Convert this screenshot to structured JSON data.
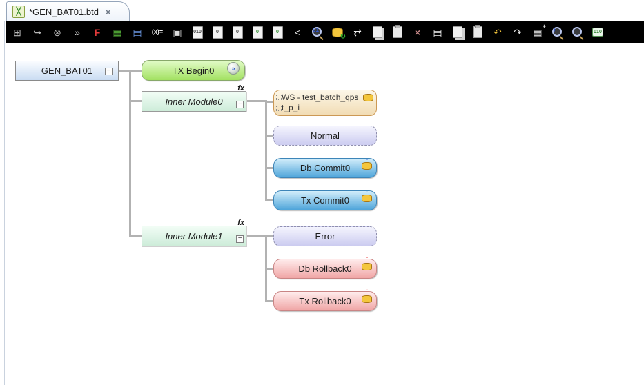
{
  "tab": {
    "title": "*GEN_BAT01.btd",
    "icon_glyph": "╳",
    "close_glyph": "×"
  },
  "toolbar": {
    "items": [
      {
        "name": "flow-insert-icon",
        "glyph": "⊞"
      },
      {
        "name": "flow-export-icon",
        "glyph": "↪"
      },
      {
        "name": "disconnect-icon",
        "glyph": "⊗"
      },
      {
        "name": "step-over-icon",
        "glyph": "»"
      },
      {
        "name": "breakpoint-f-icon",
        "glyph": "F"
      },
      {
        "name": "batch-diagram-icon",
        "glyph": "▦"
      },
      {
        "name": "outline-icon",
        "glyph": "▤"
      },
      {
        "name": "variables-icon",
        "glyph": "(x)="
      },
      {
        "name": "console-icon",
        "glyph": "▣"
      },
      {
        "name": "binary-doc-icon",
        "glyph": "010"
      },
      {
        "name": "doc-generate-icon",
        "glyph": "0"
      },
      {
        "name": "doc-build-icon",
        "glyph": "0"
      },
      {
        "name": "source-generate-icon",
        "glyph": "0"
      },
      {
        "name": "source-build-icon",
        "glyph": "0"
      },
      {
        "name": "collapse-icon",
        "glyph": "<"
      },
      {
        "name": "search-trace-icon",
        "overlay": "01"
      },
      {
        "name": "db-sync-icon",
        "overlay": "↻"
      },
      {
        "name": "sync-arrows-icon",
        "glyph": "⇄"
      },
      {
        "name": "copy-icon"
      },
      {
        "name": "paste-icon"
      },
      {
        "name": "delete-icon",
        "glyph": "×"
      },
      {
        "name": "list-doc-icon",
        "glyph": "▤"
      },
      {
        "name": "copy-special-icon"
      },
      {
        "name": "paste-special-icon"
      },
      {
        "name": "undo-icon",
        "glyph": "↶"
      },
      {
        "name": "redo-icon",
        "glyph": "↷"
      },
      {
        "name": "add-table-icon",
        "glyph": "▦",
        "overlay": "+"
      },
      {
        "name": "zoom-in-icon",
        "overlay": "+"
      },
      {
        "name": "zoom-out-icon",
        "overlay": "−"
      },
      {
        "name": "binary-view-icon",
        "glyph": "010"
      }
    ]
  },
  "diagram": {
    "root": {
      "label": "GEN_BAT01",
      "collapse_glyph": "−"
    },
    "tx_begin": {
      "label": "TX Begin0",
      "icon_glyph": "»"
    },
    "inner_module0": {
      "label": "Inner Module0",
      "badge": "fx",
      "collapse_glyph": "−"
    },
    "ws_call": {
      "label_line1": "WS - test_batch_qps",
      "label_line2": "t_p_i"
    },
    "normal": {
      "label": "Normal"
    },
    "db_commit": {
      "label": "Db Commit0",
      "arrow_glyph": "↓"
    },
    "tx_commit": {
      "label": "Tx Commit0",
      "arrow_glyph": "↓"
    },
    "inner_module1": {
      "label": "Inner Module1",
      "badge": "fx",
      "collapse_glyph": "−"
    },
    "error": {
      "label": "Error"
    },
    "db_rollback": {
      "label": "Db Rollback0",
      "arrow_glyph": "↑"
    },
    "tx_rollback": {
      "label": "Tx Rollback0",
      "arrow_glyph": "↑"
    }
  },
  "colors": {
    "toolbar_bg": "#000000",
    "connector": "#b2b2b2",
    "root_top": "#fafcff",
    "root_bottom": "#c9dcf2",
    "green_top": "#e2fbc8",
    "green_bottom": "#a2e161",
    "green_border": "#88a86a",
    "mint_top": "#f2fdf6",
    "mint_bottom": "#cdecd9",
    "tan_top": "#fdf7e8",
    "tan_bottom": "#f1dcb4",
    "tan_border": "#cc9955",
    "lav_top": "#f5f5fe",
    "lav_bottom": "#ccccf0",
    "blue_top": "#d3eefb",
    "blue_bottom": "#4fa5da",
    "blue_border": "#3d85b8",
    "pink_top": "#ffecec",
    "pink_bottom": "#f0a5a5",
    "pink_border": "#c98585",
    "cyl_fill": "#f4c63c",
    "cyl_border": "#aa7711",
    "arrow_down": "#1a3fd4",
    "arrow_up": "#e01818",
    "undo_yellow": "#f0c23c"
  }
}
